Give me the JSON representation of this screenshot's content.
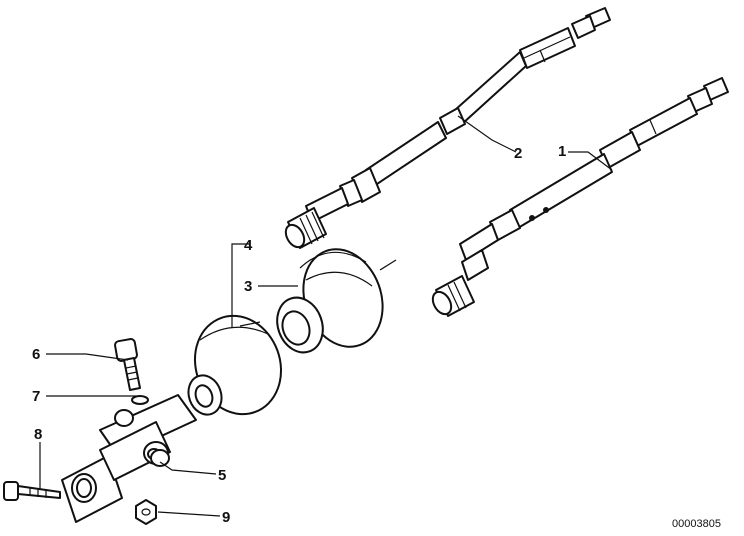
{
  "diagram": {
    "document_number": "00003805",
    "callouts": [
      {
        "id": "1"
      },
      {
        "id": "2"
      },
      {
        "id": "3"
      },
      {
        "id": "4"
      },
      {
        "id": "5"
      },
      {
        "id": "6"
      },
      {
        "id": "7"
      },
      {
        "id": "8"
      },
      {
        "id": "9"
      }
    ]
  }
}
